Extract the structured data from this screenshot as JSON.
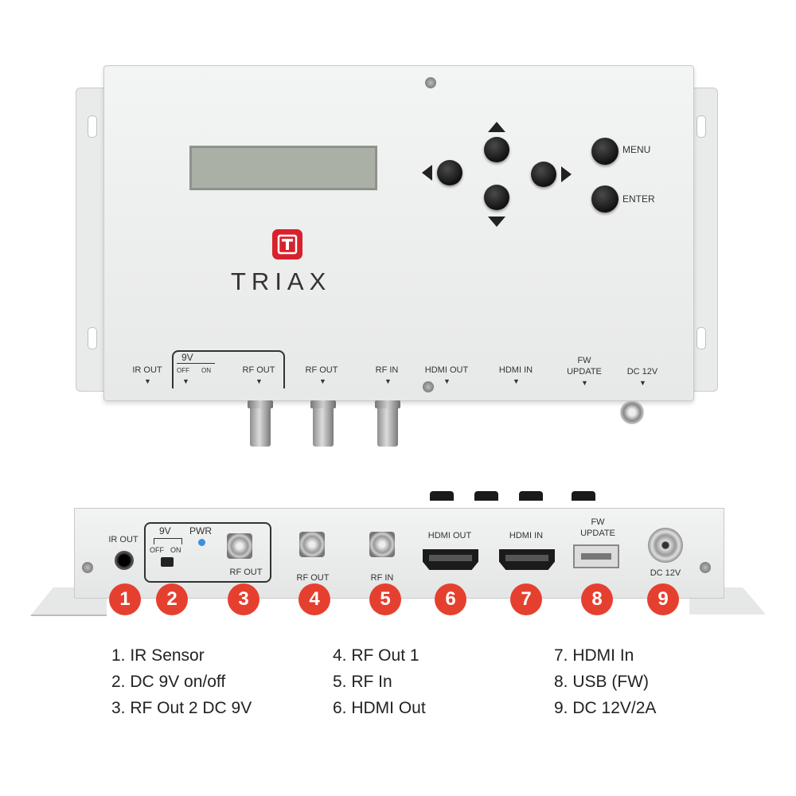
{
  "top_device": {
    "brand": "TRIAX",
    "buttons": {
      "menu": "MENU",
      "enter": "ENTER"
    },
    "switch_group": {
      "title": "9V",
      "off": "OFF",
      "on": "ON"
    },
    "port_labels": {
      "ir_out": "IR OUT",
      "rf_out_dc": "RF OUT",
      "rf_out": "RF OUT",
      "rf_in": "RF IN",
      "hdmi_out": "HDMI OUT",
      "hdmi_in": "HDMI IN",
      "fw_update_1": "FW",
      "fw_update_2": "UPDATE",
      "dc": "DC 12V"
    },
    "marker": "▼"
  },
  "rear_device": {
    "labels": {
      "ir_out": "IR OUT",
      "v9": "9V",
      "pwr": "PWR",
      "off": "OFF",
      "on": "ON",
      "rf_out_dc": "RF OUT",
      "rf_out": "RF OUT",
      "rf_in": "RF IN",
      "hdmi_out": "HDMI OUT",
      "hdmi_in": "HDMI IN",
      "fw_1": "FW",
      "fw_2": "UPDATE",
      "dc": "DC 12V"
    },
    "badges": [
      "1",
      "2",
      "3",
      "4",
      "5",
      "6",
      "7",
      "8",
      "9"
    ]
  },
  "legend": {
    "col1": [
      "1. IR Sensor",
      "2. DC 9V on/off",
      "3. RF Out 2 DC 9V"
    ],
    "col2": [
      "4. RF Out 1",
      "5. RF In",
      "6. HDMI Out"
    ],
    "col3": [
      "7. HDMI In",
      "8. USB (FW)",
      "9. DC 12V/2A"
    ]
  },
  "colors": {
    "badge": "#e5402f",
    "logo": "#d8212c",
    "pwr_led": "#3b8fe0"
  }
}
